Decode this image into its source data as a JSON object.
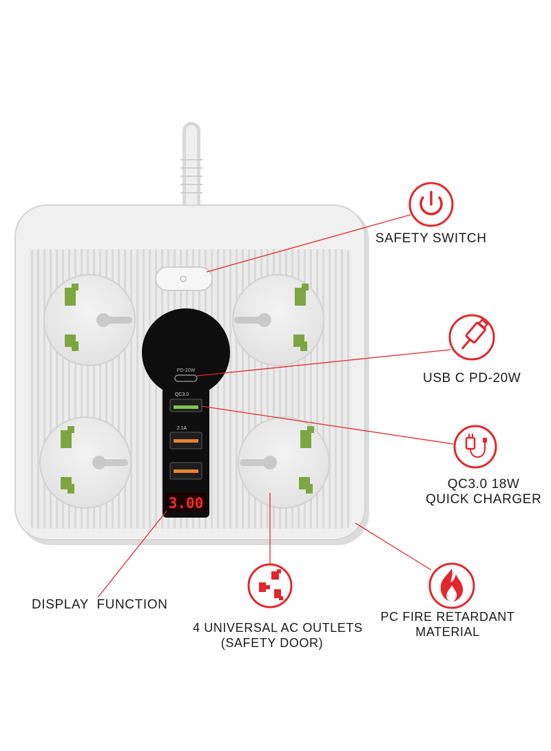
{
  "features": {
    "safety_switch": "SAFETY SWITCH",
    "usb_c": "USB C PD-20W",
    "qc_line1": "QC3.0 18W",
    "qc_line2": "QUICK CHARGER",
    "display": "DISPLAY  FUNCTION",
    "outlets_line1": "4 UNIVERSAL AC OUTLETS",
    "outlets_line2": "(SAFETY DOOR)",
    "fire_line1": "PC FIRE RETARDANT",
    "fire_line2": "MATERIAL"
  },
  "device": {
    "display_reading": "3.00",
    "port_pd": "PD-20W",
    "port_qc": "QC3.0",
    "port_usb": "2.1A"
  },
  "colors": {
    "accent_red": "#e3262b",
    "body_white": "#ececec",
    "socket_green": "#7ea640",
    "display_red": "#ff2a2a",
    "usb_orange": "#e8832a",
    "usb_green": "#7ec64a"
  },
  "icons": [
    "power-icon",
    "usb-cable-icon",
    "charger-plug-icon",
    "socket-pins-icon",
    "flame-icon"
  ]
}
